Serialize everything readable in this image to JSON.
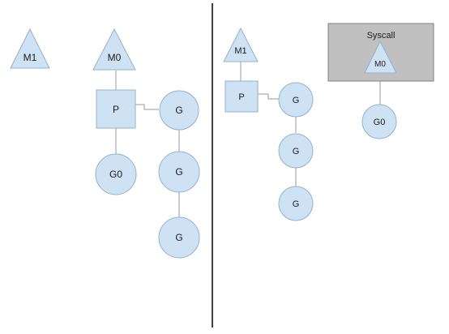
{
  "colors": {
    "node_fill": "#cfe2f3",
    "node_stroke": "#8fb3cf",
    "edge": "#9a9a9a",
    "divider": "#000000",
    "syscall_fill": "#c0c0c0",
    "syscall_stroke": "#7f7f7f"
  },
  "left": {
    "m1_label": "M1",
    "m0_label": "M0",
    "p_label": "P",
    "g0_label": "G0",
    "g_labels": [
      "G",
      "G",
      "G"
    ]
  },
  "right": {
    "m1_label": "M1",
    "p_label": "P",
    "g_labels": [
      "G",
      "G",
      "G"
    ],
    "syscall_label": "Syscall",
    "m0_label": "M0",
    "g0_label": "G0"
  }
}
